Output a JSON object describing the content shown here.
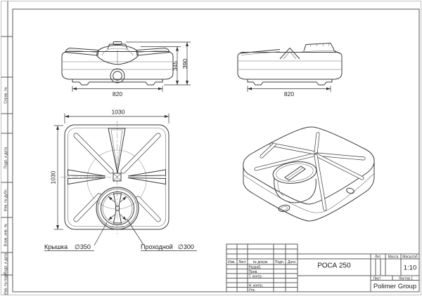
{
  "dimensions": {
    "front_width": "820",
    "side_width": "820",
    "top_width": "1030",
    "top_depth": "1030",
    "height_body": "345",
    "height_total": "390"
  },
  "callouts": {
    "lid_label": "Крышка",
    "lid_value": "∅350",
    "outlet_label": "Проходной",
    "outlet_value": "∅300"
  },
  "title_block": {
    "product": "РОСА 250",
    "company": "Polimer Group",
    "header_cols": [
      "Изм.",
      "Лист",
      "№ докум.",
      "Подп.",
      "Дата"
    ],
    "row_labels": [
      "Разраб.",
      "Пров.",
      "Т. контр.",
      "Н. контр.",
      "Утв."
    ],
    "lit_label": "Лит.",
    "mass_label": "Масса",
    "scale_label": "Масштаб",
    "scale_value": "1:10",
    "sheet_label": "Лист",
    "sheets_label": "Листов 1"
  },
  "margin_strip": {
    "labels": [
      "Справ. №",
      "Подп. и дата",
      "Инв. № дубл.",
      "Взам. инв. №",
      "Подп. и дата",
      "Инв. № подл."
    ]
  }
}
